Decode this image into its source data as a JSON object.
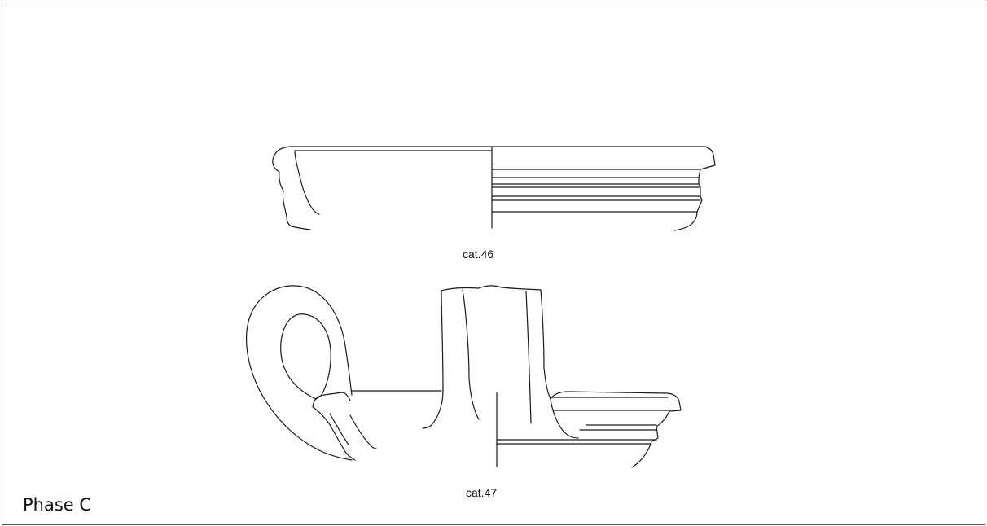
{
  "figure": {
    "items": [
      {
        "id": "cat46",
        "label": "cat.46"
      },
      {
        "id": "cat47",
        "label": "cat.47"
      }
    ],
    "phase_label": "Phase C",
    "line_color": "#1a1a1a"
  }
}
